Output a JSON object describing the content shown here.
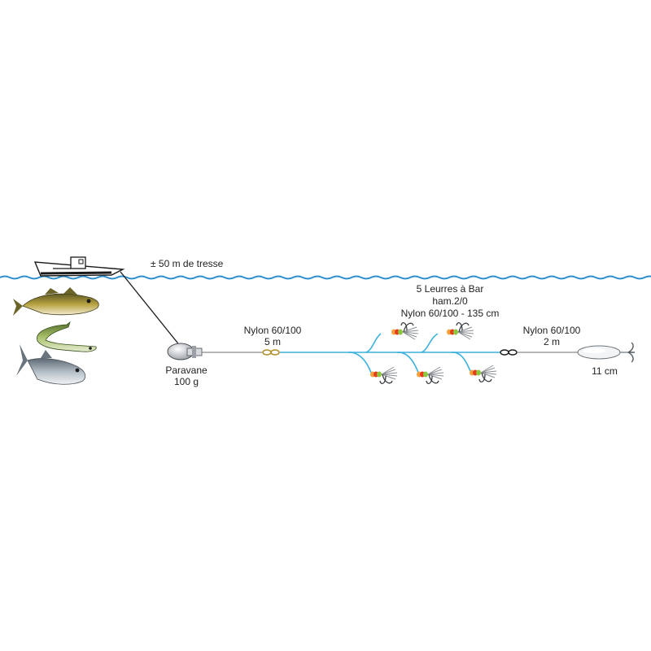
{
  "colors": {
    "water": "#2e8fd0",
    "line_blue": "#3ab0de",
    "braid": "#1a1a1a",
    "nylon": "#6e6e6e",
    "bead_red": "#e83a1d",
    "bead_orange": "#f4a23c",
    "bead_green": "#8dc63f",
    "text": "#222222"
  },
  "labels": {
    "braid": "± 50 m de tresse",
    "paravane_name": "Paravane",
    "paravane_weight": "100 g",
    "nylon_main": "Nylon 60/100",
    "nylon_main_len": "5 m",
    "lures_title": "5 Leurres à Bar",
    "lures_hook": "ham.2/0",
    "lures_nylon": "Nylon 60/100 - 135 cm",
    "nylon_end": "Nylon 60/100",
    "nylon_end_len": "2 m",
    "spoon_size": "11 cm"
  },
  "icons": {
    "boat": "boat-icon",
    "paravane": "paravane-icon",
    "swivel": "swivel-icon",
    "lure": "lure-hook-icon",
    "spoon": "spoon-icon",
    "fish": [
      "pollock-icon",
      "eel-icon",
      "sea-bass-icon"
    ]
  }
}
